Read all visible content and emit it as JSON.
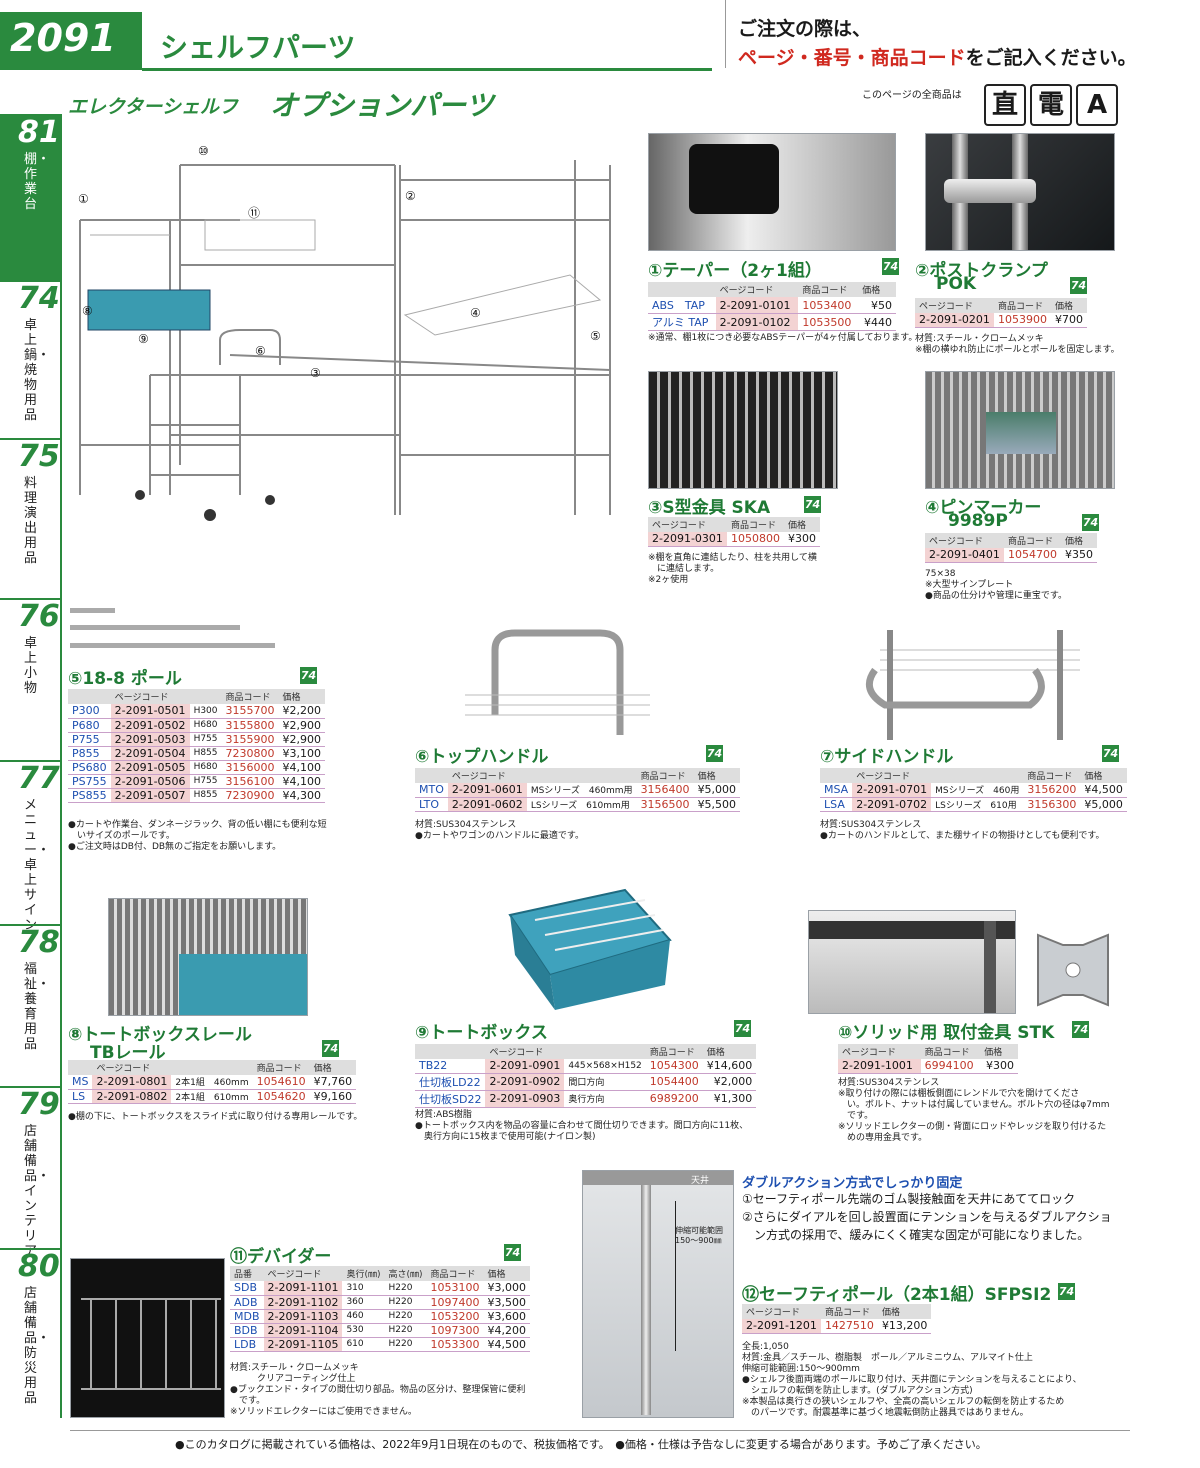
{
  "header": {
    "page_number": "2091",
    "category": "シェルフパーツ",
    "notice_line1": "ご注文の際は、",
    "notice_line2_red": "ページ・番号・商品コード",
    "notice_line2_black": "をご記入ください。"
  },
  "subtitle": {
    "series": "エレクターシェルフ",
    "title": "オプションパーツ"
  },
  "icons": {
    "label": "このページの全商品は",
    "items": [
      "直",
      "電",
      "A"
    ]
  },
  "tabs": [
    {
      "num": "81",
      "label": "棚・作業台",
      "active": true
    },
    {
      "num": "74",
      "label": "卓上鍋・焼物用品",
      "active": false
    },
    {
      "num": "75",
      "label": "料理演出用品",
      "active": false
    },
    {
      "num": "76",
      "label": "卓上小物",
      "active": false
    },
    {
      "num": "77",
      "label": "メニュー・卓上サイン",
      "active": false
    },
    {
      "num": "78",
      "label": "福祉・養育用品",
      "active": false
    },
    {
      "num": "79",
      "label": "店舗備品・インテリア",
      "active": false
    },
    {
      "num": "80",
      "label": "店舗備品・防災用品",
      "active": false
    }
  ],
  "diagram_labels": [
    "①",
    "②",
    "③",
    "④",
    "⑤",
    "⑥",
    "⑧",
    "⑨",
    "⑩",
    "⑪"
  ],
  "badges": [
    "74",
    "74",
    "74",
    "74",
    "74",
    "74",
    "74",
    "74",
    "74",
    "74",
    "74",
    "74"
  ],
  "col": {
    "page_code": "ページコード",
    "item_code": "商品コード",
    "price": "価格",
    "hinban": "品番",
    "depth": "奥行(㎜)",
    "height": "高さ(㎜)"
  },
  "p1": {
    "title": "①テーパー（2ヶ1組）",
    "rows": [
      [
        "ABS　TAP",
        "2-2091-0101",
        "1053400",
        "¥50"
      ],
      [
        "アルミ TAP",
        "2-2091-0102",
        "1053500",
        "¥440"
      ]
    ],
    "note": "※通常、棚1枚につき必要なABSテーパーが4ヶ付属しております。"
  },
  "p2": {
    "title": "②ポストクランプ",
    "title2": "POK",
    "rows": [
      [
        "2-2091-0201",
        "1053900",
        "¥700"
      ]
    ],
    "note": "材質:スチール・クロームメッキ\n※棚の横ゆれ防止にポールとポールを固定します。"
  },
  "p3": {
    "title": "③S型金具 SKA",
    "rows": [
      [
        "2-2091-0301",
        "1050800",
        "¥300"
      ]
    ],
    "note": "※棚を直角に連結したり、柱を共用して横\n　に連結します。\n※2ヶ使用"
  },
  "p4": {
    "title": "④ピンマーカー",
    "title2": "9989P",
    "rows": [
      [
        "2-2091-0401",
        "1054700",
        "¥350"
      ]
    ],
    "note": "75×38\n※大型サインプレート\n●商品の仕分けや管理に重宝です。"
  },
  "p5": {
    "title": "⑤18-8 ポール",
    "rows": [
      [
        "P300",
        "2-2091-0501",
        "H300",
        "3155700",
        "¥2,200"
      ],
      [
        "P680",
        "2-2091-0502",
        "H680",
        "3155800",
        "¥2,900"
      ],
      [
        "P755",
        "2-2091-0503",
        "H755",
        "3155900",
        "¥2,900"
      ],
      [
        "P855",
        "2-2091-0504",
        "H855",
        "7230800",
        "¥3,100"
      ],
      [
        "PS680",
        "2-2091-0505",
        "H680",
        "3156000",
        "¥4,100"
      ],
      [
        "PS755",
        "2-2091-0506",
        "H755",
        "3156100",
        "¥4,100"
      ],
      [
        "PS855",
        "2-2091-0507",
        "H855",
        "7230900",
        "¥4,300"
      ]
    ],
    "note": "●カートや作業台、ダンネージラック、背の低い棚にも便利な短\n　いサイズのポールです。\n●ご注文時はDB付、DB無のご指定をお願いします。"
  },
  "p6": {
    "title": "⑥トップハンドル",
    "rows": [
      [
        "MTO",
        "2-2091-0601",
        "MSシリーズ　460mm用",
        "3156400",
        "¥5,000"
      ],
      [
        "LTO",
        "2-2091-0602",
        "LSシリーズ　610mm用",
        "3156500",
        "¥5,500"
      ]
    ],
    "note": "材質:SUS304ステンレス\n●カートやワゴンのハンドルに最適です。"
  },
  "p7": {
    "title": "⑦サイドハンドル",
    "rows": [
      [
        "MSA",
        "2-2091-0701",
        "MSシリーズ　460用",
        "3156200",
        "¥4,500"
      ],
      [
        "LSA",
        "2-2091-0702",
        "LSシリーズ　610用",
        "3156300",
        "¥5,000"
      ]
    ],
    "note": "材質:SUS304ステンレス\n●カートのハンドルとして、また棚サイドの物掛けとしても便利です。"
  },
  "p8": {
    "title": "⑧トートボックスレール",
    "title2": "TBレール",
    "rows": [
      [
        "MS",
        "2-2091-0801",
        "2本1組　460mm",
        "1054610",
        "¥7,760"
      ],
      [
        "LS",
        "2-2091-0802",
        "2本1組　610mm",
        "1054620",
        "¥9,160"
      ]
    ],
    "note": "●棚の下に、トートボックスをスライド式に取り付ける専用レールです。"
  },
  "p9": {
    "title": "⑨トートボックス",
    "rows": [
      [
        "TB22",
        "2-2091-0901",
        "445×568×H152",
        "1054300",
        "¥14,600"
      ],
      [
        "仕切板LD22",
        "2-2091-0902",
        "間口方向",
        "1054400",
        "¥2,000"
      ],
      [
        "仕切板SD22",
        "2-2091-0903",
        "奥行方向",
        "6989200",
        "¥1,300"
      ]
    ],
    "note": "材質:ABS樹脂\n●トートボックス内を物品の容量に合わせて間仕切りできます。間口方向に11枚、\n　奥行方向に15枚まで使用可能(ナイロン製)"
  },
  "p10": {
    "title": "⑩ソリッド用 取付金具 STK",
    "rows": [
      [
        "2-2091-1001",
        "6994100",
        "¥300"
      ]
    ],
    "note": "材質:SUS304ステンレス\n※取り付けの際には棚板側面にレンドルで穴を開けてくださ\n　い。ボルト、ナットは付属していません。ボルト穴の径はφ7mm\n　です。\n※ソリッドエレクターの側・背面にロッドやレッジを取り付けるた\n　めの専用金具です。"
  },
  "p11": {
    "title": "⑪デバイダー",
    "rows": [
      [
        "SDB",
        "2-2091-1101",
        "310",
        "H220",
        "1053100",
        "¥3,000"
      ],
      [
        "ADB",
        "2-2091-1102",
        "360",
        "H220",
        "1097400",
        "¥3,500"
      ],
      [
        "MDB",
        "2-2091-1103",
        "460",
        "H220",
        "1053200",
        "¥3,600"
      ],
      [
        "BDB",
        "2-2091-1104",
        "530",
        "H220",
        "1097300",
        "¥4,200"
      ],
      [
        "LDB",
        "2-2091-1105",
        "610",
        "H220",
        "1053300",
        "¥4,500"
      ]
    ],
    "note": "材質:スチール・クロームメッキ\n　　　クリアコーティング仕上\n●ブックエンド・タイプの間仕切り部品。物品の区分け、整理保管に便利\n　です。\n※ソリッドエレクターにはご使用できません。"
  },
  "p12": {
    "heading": "ダブルアクション方式でしっかり固定",
    "line1": "①セーフティポール先端のゴム製接触面を天井にあててロック",
    "line2": "②さらにダイアルを回し設置面にテンションを与えるダブルアクショ",
    "line3": "　ン方式の採用で、緩みにくく確実な固定が可能になりました。",
    "photo_ceiling": "天井",
    "photo_range": "伸縮可能範囲\n150〜900㎜",
    "title": "⑫セーフティポール（2本1組）SFPSI2",
    "rows": [
      [
        "2-2091-1201",
        "1427510",
        "¥13,200"
      ]
    ],
    "note": "全長:1,050\n材質:金具／スチール、樹脂製　ポール／アルミニウム、アルマイト仕上\n伸縮可能範囲:150〜900mm\n●シェルフ後面両端のポールに取り付け、天井面にテンションを与えることにより、\n　シェルフの転倒を防止します。(ダブルアクション方式)\n※本製品は奥行きの狭いシェルフや、全高の高いシェルフの転倒を防止するため\n　のパーツです。耐震基準に基づく地震転倒防止器具ではありません。"
  },
  "footer": "●このカタログに掲載されている価格は、2022年9月1日現在のもので、税抜価格です。　●価格・仕様は予告なしに変更する場合があります。予めご了承ください。"
}
